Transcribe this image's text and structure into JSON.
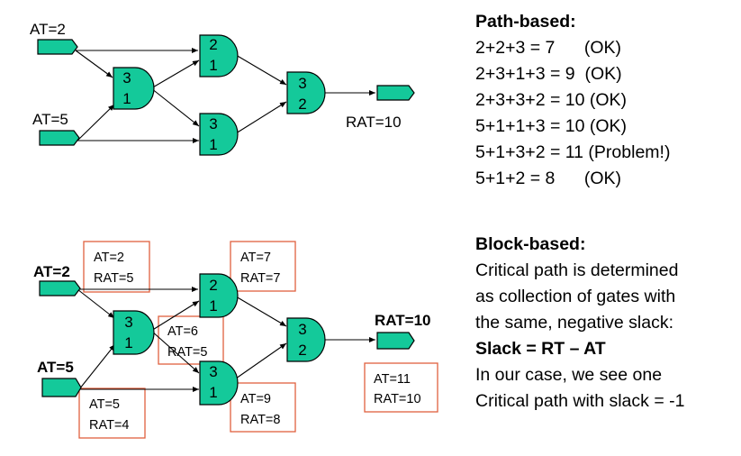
{
  "path_based": {
    "title": "Path-based:",
    "lines": [
      "2+2+3 = 7      (OK)",
      "2+3+1+3 = 9  (OK)",
      "2+3+3+2 = 10 (OK)",
      "5+1+1+3 = 10 (OK)",
      "5+1+3+2 = 11 (Problem!)",
      "5+1+2 = 8      (OK)"
    ]
  },
  "block_based": {
    "title": "Block-based:",
    "line1": "Critical path is determined",
    "line2": "as collection of gates with",
    "line3": "the same, negative slack:",
    "formula": "Slack = RT – AT",
    "line5": "In our case, we see one",
    "line6": "Critical path with slack = -1"
  },
  "top_circuit": {
    "input_a_label": "AT=2",
    "input_b_label": "AT=5",
    "output_label": "RAT=10",
    "gate_a": [
      "3",
      "1"
    ],
    "gate_b": [
      "2",
      "1"
    ],
    "gate_c": [
      "3",
      "1"
    ],
    "gate_d": [
      "3",
      "2"
    ]
  },
  "bottom_circuit": {
    "input_a_label": "AT=2",
    "input_b_label": "AT=5",
    "output_label": "RAT=10",
    "gate_a": [
      "3",
      "1"
    ],
    "gate_b": [
      "2",
      "1"
    ],
    "gate_c": [
      "3",
      "1"
    ],
    "gate_d": [
      "3",
      "2"
    ],
    "box_input_a": [
      "AT=2",
      "RAT=5"
    ],
    "box_input_b": [
      "AT=5",
      "RAT=4"
    ],
    "box_gate_a": [
      "AT=6",
      "RAT=5"
    ],
    "box_gate_b": [
      "AT=7",
      "RAT=7"
    ],
    "box_gate_c": [
      "AT=9",
      "RAT=8"
    ],
    "box_output": [
      "AT=11",
      "RAT=10"
    ]
  },
  "colors": {
    "gate_fill": "#14c99a",
    "box_border": "#e0603f"
  }
}
